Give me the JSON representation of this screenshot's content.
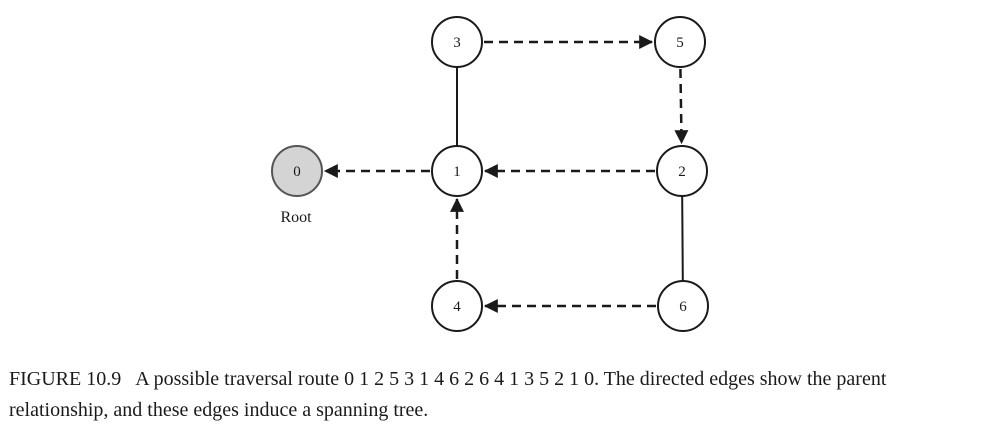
{
  "nodes": [
    {
      "id": "0",
      "label": "0",
      "root": true
    },
    {
      "id": "1",
      "label": "1"
    },
    {
      "id": "2",
      "label": "2"
    },
    {
      "id": "3",
      "label": "3"
    },
    {
      "id": "4",
      "label": "4"
    },
    {
      "id": "5",
      "label": "5"
    },
    {
      "id": "6",
      "label": "6"
    }
  ],
  "edges": [
    {
      "from": "3",
      "to": "1",
      "style": "solid",
      "directed": false
    },
    {
      "from": "2",
      "to": "6",
      "style": "solid",
      "directed": false
    },
    {
      "from": "3",
      "to": "5",
      "style": "dashed",
      "directed": true
    },
    {
      "from": "5",
      "to": "2",
      "style": "dashed",
      "directed": true
    },
    {
      "from": "2",
      "to": "1",
      "style": "dashed",
      "directed": true
    },
    {
      "from": "1",
      "to": "0",
      "style": "dashed",
      "directed": true
    },
    {
      "from": "4",
      "to": "1",
      "style": "dashed",
      "directed": true
    },
    {
      "from": "6",
      "to": "4",
      "style": "dashed",
      "directed": true
    }
  ],
  "root_label": "Root",
  "colors": {
    "root_fill": "#d4d4d4",
    "node_fill": "#ffffff",
    "stroke": "#1a1a1a"
  },
  "caption": {
    "label": "FIGURE 10.9",
    "text": "A possible traversal route 0 1 2 5 3 1 4 6 2 6 4 1 3 5 2 1 0. The directed edges show the parent relationship, and these edges induce a spanning tree."
  }
}
